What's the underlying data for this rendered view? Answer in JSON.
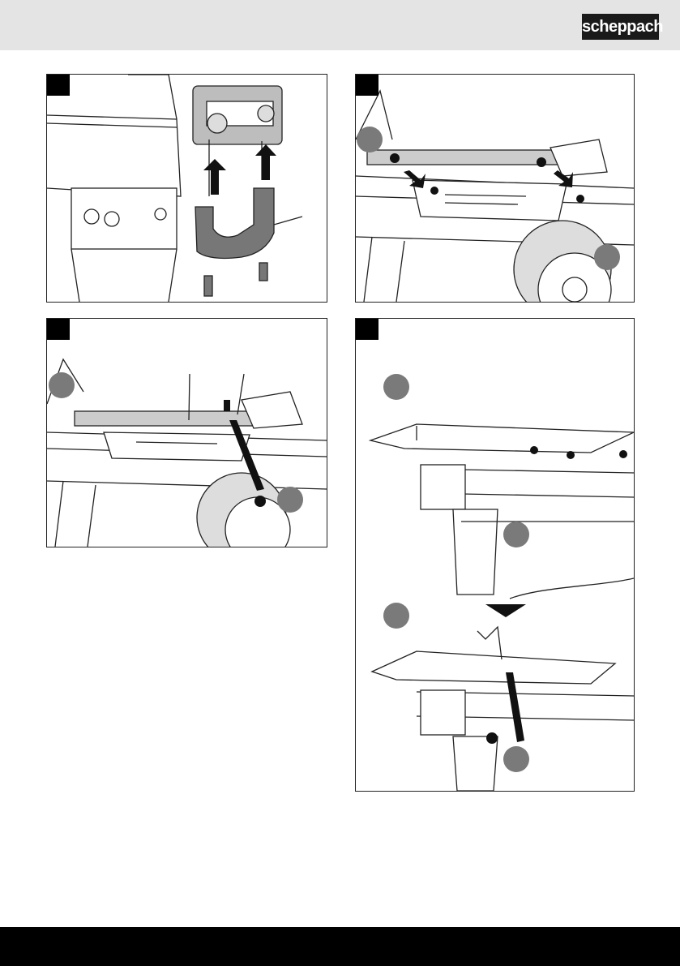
{
  "header": {
    "brand": "scheppach",
    "background": "#e4e4e4"
  },
  "colors": {
    "callout": "#7a7a7a",
    "frame": "#222222",
    "footer": "#000000"
  },
  "figures": [
    {
      "id": "fig1",
      "description_icon": "u-bracket-assembly-icon"
    },
    {
      "id": "fig2",
      "description_icon": "table-bolt-removal-icon"
    },
    {
      "id": "fig3",
      "description_icon": "table-mounting-wrench-icon"
    },
    {
      "id": "fig4",
      "description_icon": "table-relocation-icon"
    }
  ]
}
